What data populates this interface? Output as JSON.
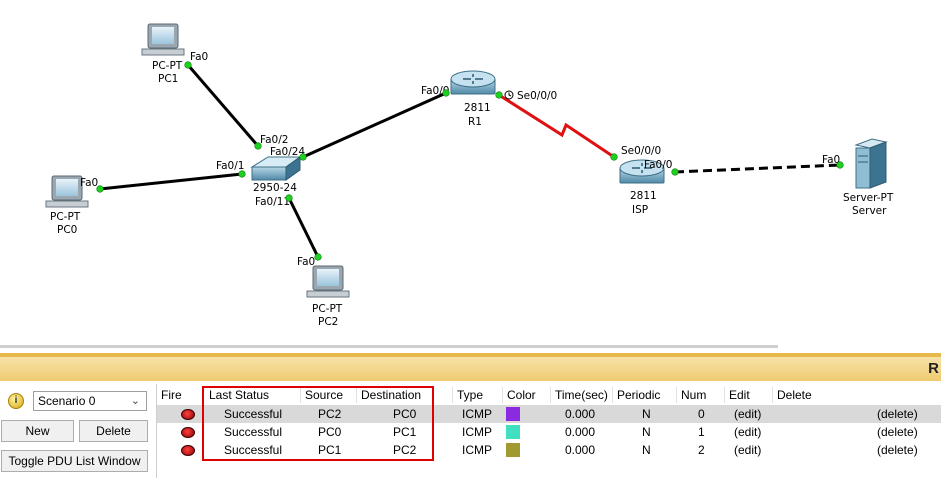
{
  "devices": {
    "pc1": {
      "type": "PC-PT",
      "name": "PC1",
      "port": "Fa0"
    },
    "pc0": {
      "type": "PC-PT",
      "name": "PC0",
      "port": "Fa0"
    },
    "pc2": {
      "type": "PC-PT",
      "name": "PC2",
      "port": "Fa0"
    },
    "switch": {
      "model_line": "2950-24",
      "name": "Fa0/11",
      "ports": [
        "Fa0/2",
        "Fa0/24",
        "Fa0/1"
      ]
    },
    "r1": {
      "model": "2811",
      "name": "R1",
      "ports": [
        "Fa0/0",
        "Se0/0/0"
      ]
    },
    "isp": {
      "model": "2811",
      "name": "ISP",
      "ports": [
        "Se0/0/0",
        "Fa0/0"
      ]
    },
    "server": {
      "type": "Server-PT",
      "name": "Server",
      "port": "Fa0"
    }
  },
  "scenario": {
    "selected": "Scenario 0"
  },
  "buttons": {
    "new": "New",
    "delete": "Delete",
    "toggle": "Toggle PDU List Window"
  },
  "title_strip": {
    "letter": "R"
  },
  "pdu_table": {
    "columns": [
      "Fire",
      "Last Status",
      "Source",
      "Destination",
      "Type",
      "Color",
      "Time(sec)",
      "Periodic",
      "Num",
      "Edit",
      "Delete"
    ],
    "rows": [
      {
        "status": "Successful",
        "source": "PC2",
        "destination": "PC0",
        "type": "ICMP",
        "color": "#8a2be2",
        "time": "0.000",
        "periodic": "N",
        "num": "0",
        "edit": "(edit)",
        "delete": "(delete)"
      },
      {
        "status": "Successful",
        "source": "PC0",
        "destination": "PC1",
        "type": "ICMP",
        "color": "#3fe0c0",
        "time": "0.000",
        "periodic": "N",
        "num": "1",
        "edit": "(edit)",
        "delete": "(delete)"
      },
      {
        "status": "Successful",
        "source": "PC1",
        "destination": "PC2",
        "type": "ICMP",
        "color": "#a09a30",
        "time": "0.000",
        "periodic": "N",
        "num": "2",
        "edit": "(edit)",
        "delete": "(delete)"
      }
    ]
  },
  "icons": {
    "info": "info-icon",
    "fire": "fire-indicator-icon",
    "dropdown": "chevron-down-icon"
  },
  "colors": {
    "link": "#000000",
    "serial_link": "#e01010",
    "port_up": "#20d020",
    "highlight": "#e00000"
  }
}
